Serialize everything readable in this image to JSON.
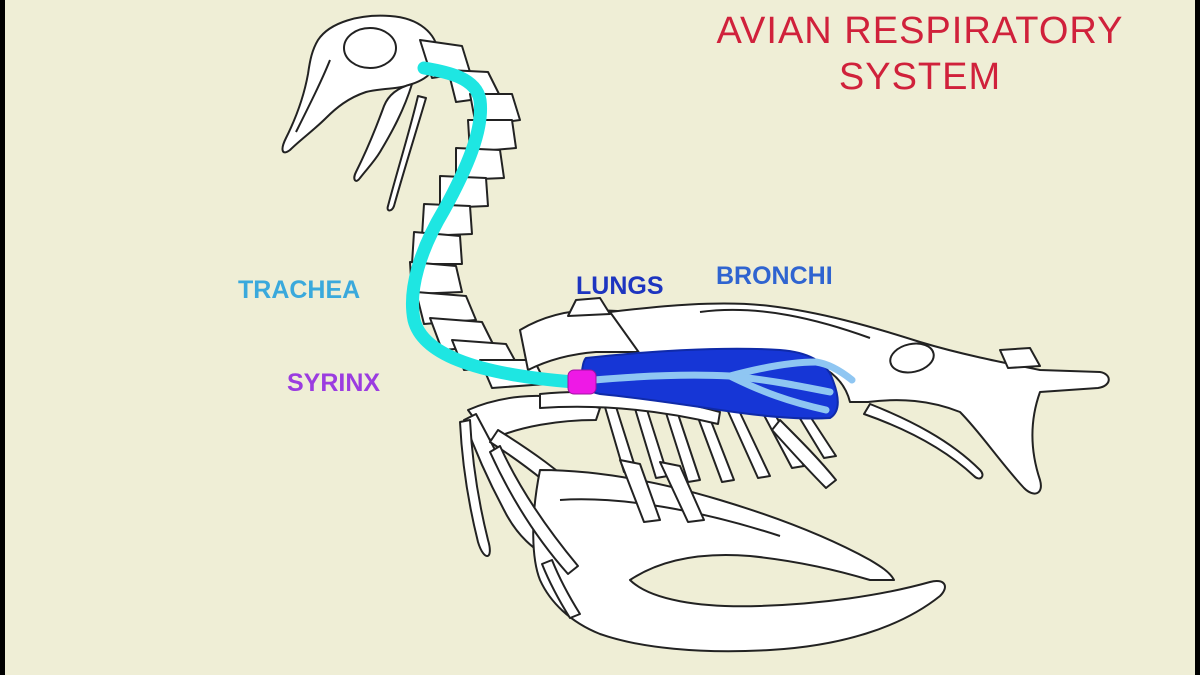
{
  "title": {
    "line1": "AVIAN RESPIRATORY",
    "line2": "SYSTEM"
  },
  "labels": {
    "trachea": "TRACHEA",
    "syrinx": "SYRINX",
    "lungs": "LUNGS",
    "bronchi": "BRONCHI"
  },
  "colors": {
    "background": "#efeed6",
    "title": "#d0213b",
    "trachea": "#1ee6e2",
    "trachea_label": "#3aa9dc",
    "syrinx": "#ee19e6",
    "syrinx_label": "#9b3ce0",
    "lungs": "#1636d6",
    "lungs_label": "#1d35c0",
    "bronchi": "#8fc6f2",
    "bronchi_label": "#2f64d0",
    "bone_fill": "#ffffff",
    "bone_outline": "#222222"
  }
}
